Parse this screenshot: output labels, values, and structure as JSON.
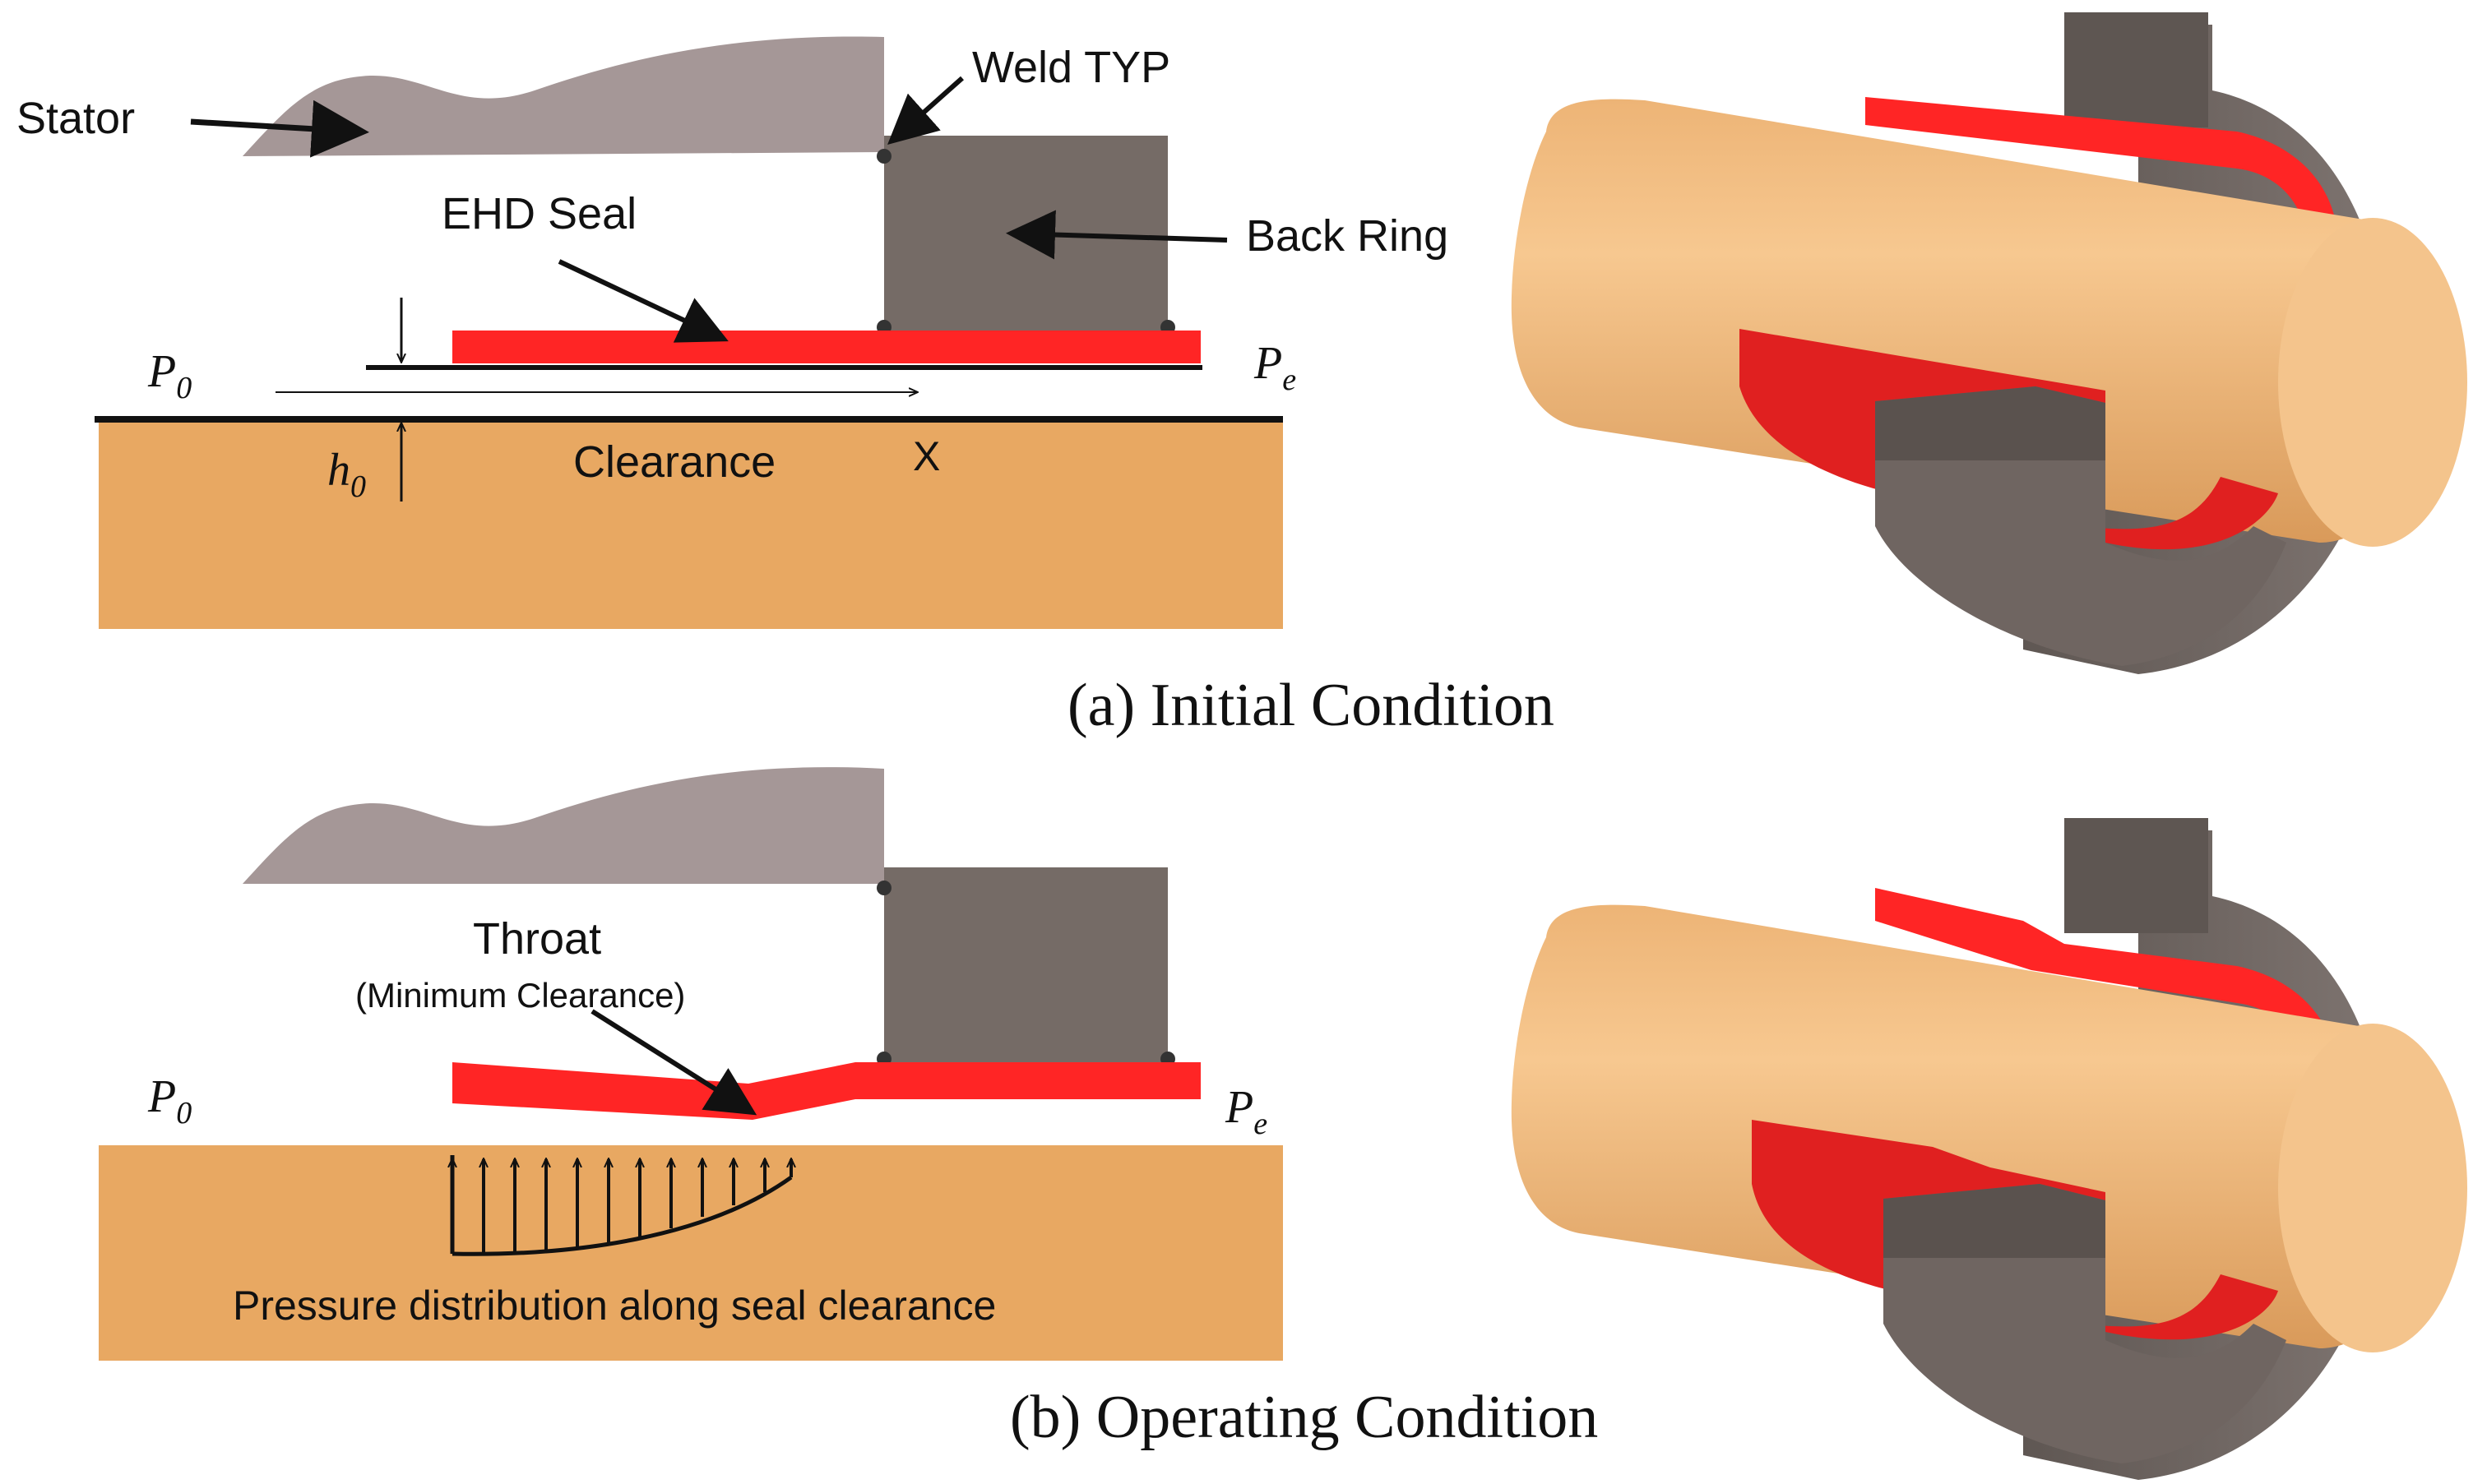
{
  "panel_a": {
    "labels": {
      "stator": "Stator",
      "weld": "Weld TYP",
      "ehd_seal": "EHD Seal",
      "back_ring": "Back Ring",
      "p0_main": "P",
      "p0_sub": "0",
      "pe_main": "P",
      "pe_sub": "e",
      "h0_main": "h",
      "h0_sub": "0",
      "clearance": "Clearance",
      "x_axis": "X"
    },
    "caption": "(a) Initial Condition"
  },
  "panel_b": {
    "labels": {
      "throat": "Throat",
      "throat_note": "(Minimum Clearance)",
      "p0_main": "P",
      "p0_sub": "0",
      "pe_main": "P",
      "pe_sub": "e",
      "pressure": "Pressure distribution along seal clearance"
    },
    "caption": "(b) Operating Condition"
  },
  "colors": {
    "shaft": "#E8A862",
    "seal": "#FF2525",
    "back_ring": "#756B66",
    "stator": "#A59797",
    "line": "#111111"
  },
  "icons": [
    "arrow-icon",
    "weld-bead-icon",
    "shaft-3d-icon",
    "back-ring-3d-icon"
  ]
}
